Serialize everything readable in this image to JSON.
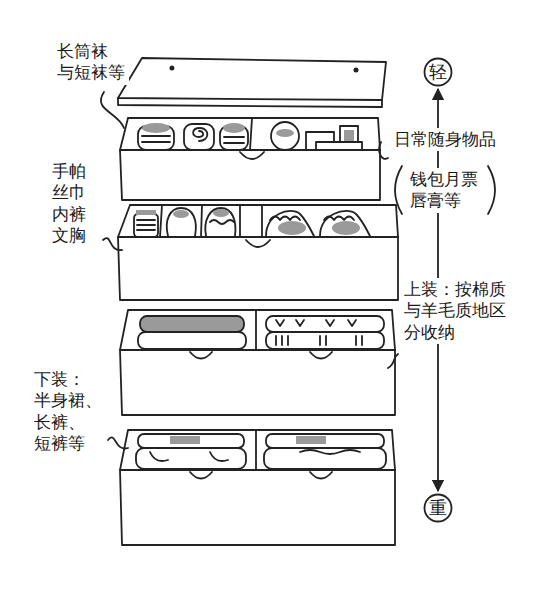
{
  "diagram": {
    "nodes": [
      {
        "text": [
          "轻"
        ]
      },
      {
        "text": [
          "重"
        ]
      }
    ],
    "edges": [
      {
        "from": 0,
        "to": 1,
        "arrow": "both"
      }
    ],
    "labels": [
      "长筒袜 与短袜等",
      "日常随身物品",
      "钱包月票 唇膏等",
      "手帕 丝巾 内裤 文胸",
      "上装：按棉质 与羊毛质地区 分收纳",
      "下装： 半身裙、 长裤、 短裤等"
    ]
  }
}
